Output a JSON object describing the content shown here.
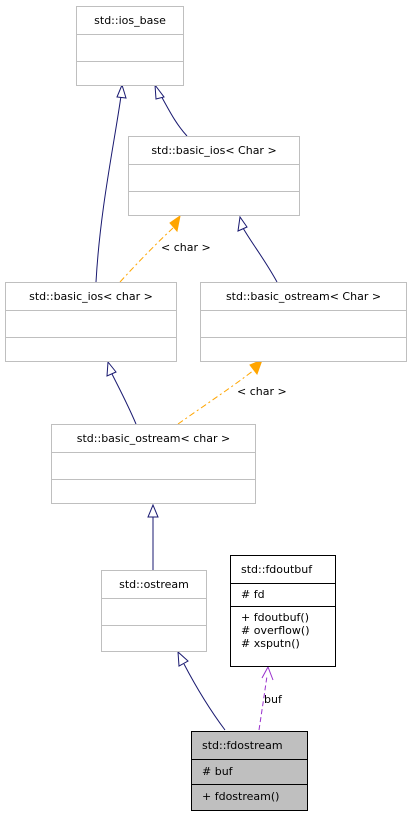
{
  "classes": {
    "ios_base": {
      "name": "std::ios_base"
    },
    "basic_ios_Char": {
      "name": "std::basic_ios< Char >"
    },
    "basic_ios_char": {
      "name": "std::basic_ios< char >"
    },
    "basic_ostream_Char": {
      "name": "std::basic_ostream< Char >"
    },
    "basic_ostream_char": {
      "name": "std::basic_ostream< char >"
    },
    "ostream": {
      "name": "std::ostream"
    },
    "fdoutbuf": {
      "name": "std::fdoutbuf",
      "attributes": [
        "# fd"
      ],
      "methods": [
        "+ fdoutbuf()",
        "# overflow()",
        "# xsputn()"
      ]
    },
    "fdostream": {
      "name": "std::fdostream",
      "attributes": [
        "# buf"
      ],
      "methods": [
        "+ fdostream()"
      ]
    }
  },
  "edge_labels": {
    "template_basic_ios": "< char >",
    "template_basic_ostream": "< char >",
    "buf_association": "buf"
  },
  "colors": {
    "inheritance": "#191970",
    "template": "#ffa500",
    "association": "#9a32cd",
    "focus_fill": "#bfbfbf"
  }
}
